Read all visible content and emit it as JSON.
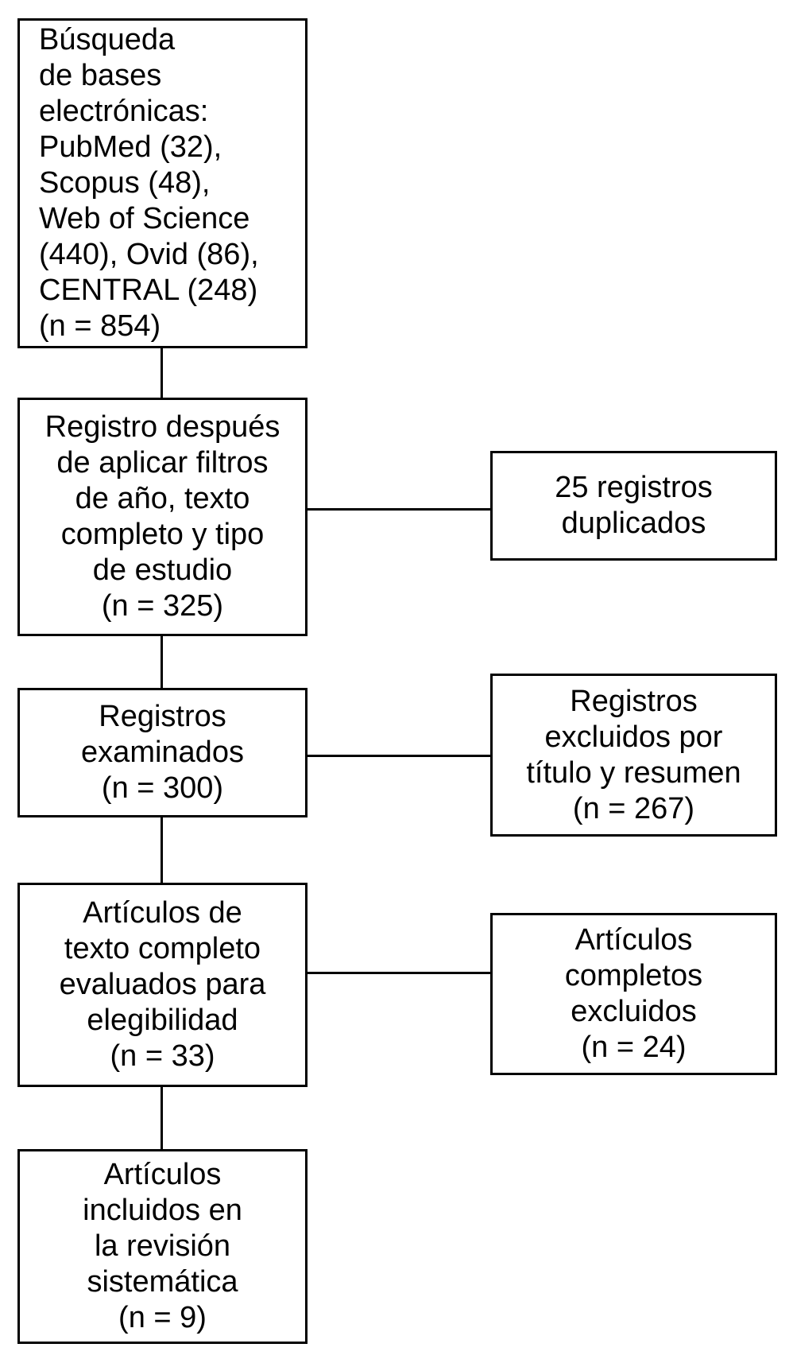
{
  "diagram": {
    "type": "flowchart",
    "language": "es",
    "background_color": "#ffffff",
    "line_color": "#000000",
    "main_boxes": [
      {
        "id": "database-search",
        "text": "Búsqueda\nde bases\nelectrónicas:\nPubMed (32),\nScopus (48),\nWeb of Science\n(440), Ovid (86),\nCENTRAL (248)\n(n = 854)",
        "n": 854
      },
      {
        "id": "after-filters",
        "text": "Registro después\nde aplicar filtros\nde año, texto\ncompleto y tipo\nde estudio\n(n = 325)",
        "n": 325
      },
      {
        "id": "records-screened",
        "text": "Registros\nexaminados\n(n = 300)",
        "n": 300
      },
      {
        "id": "fulltext-assessed",
        "text": "Artículos de\ntexto completo\nevaluados para\nelegibilidad\n(n = 33)",
        "n": 33
      },
      {
        "id": "included-review",
        "text": "Artículos\nincluidos en\nla revisión\nsistemática\n(n = 9)",
        "n": 9
      }
    ],
    "side_boxes": [
      {
        "id": "duplicates-removed",
        "text": "25 registros\nduplicados",
        "n": 25
      },
      {
        "id": "excluded-title-abstract",
        "text": "Registros\nexcluidos por\ntítulo y resumen\n(n = 267)",
        "n": 267
      },
      {
        "id": "fulltext-excluded",
        "text": "Artículos\ncompletos\nexcluidos\n(n = 24)",
        "n": 24
      }
    ]
  }
}
